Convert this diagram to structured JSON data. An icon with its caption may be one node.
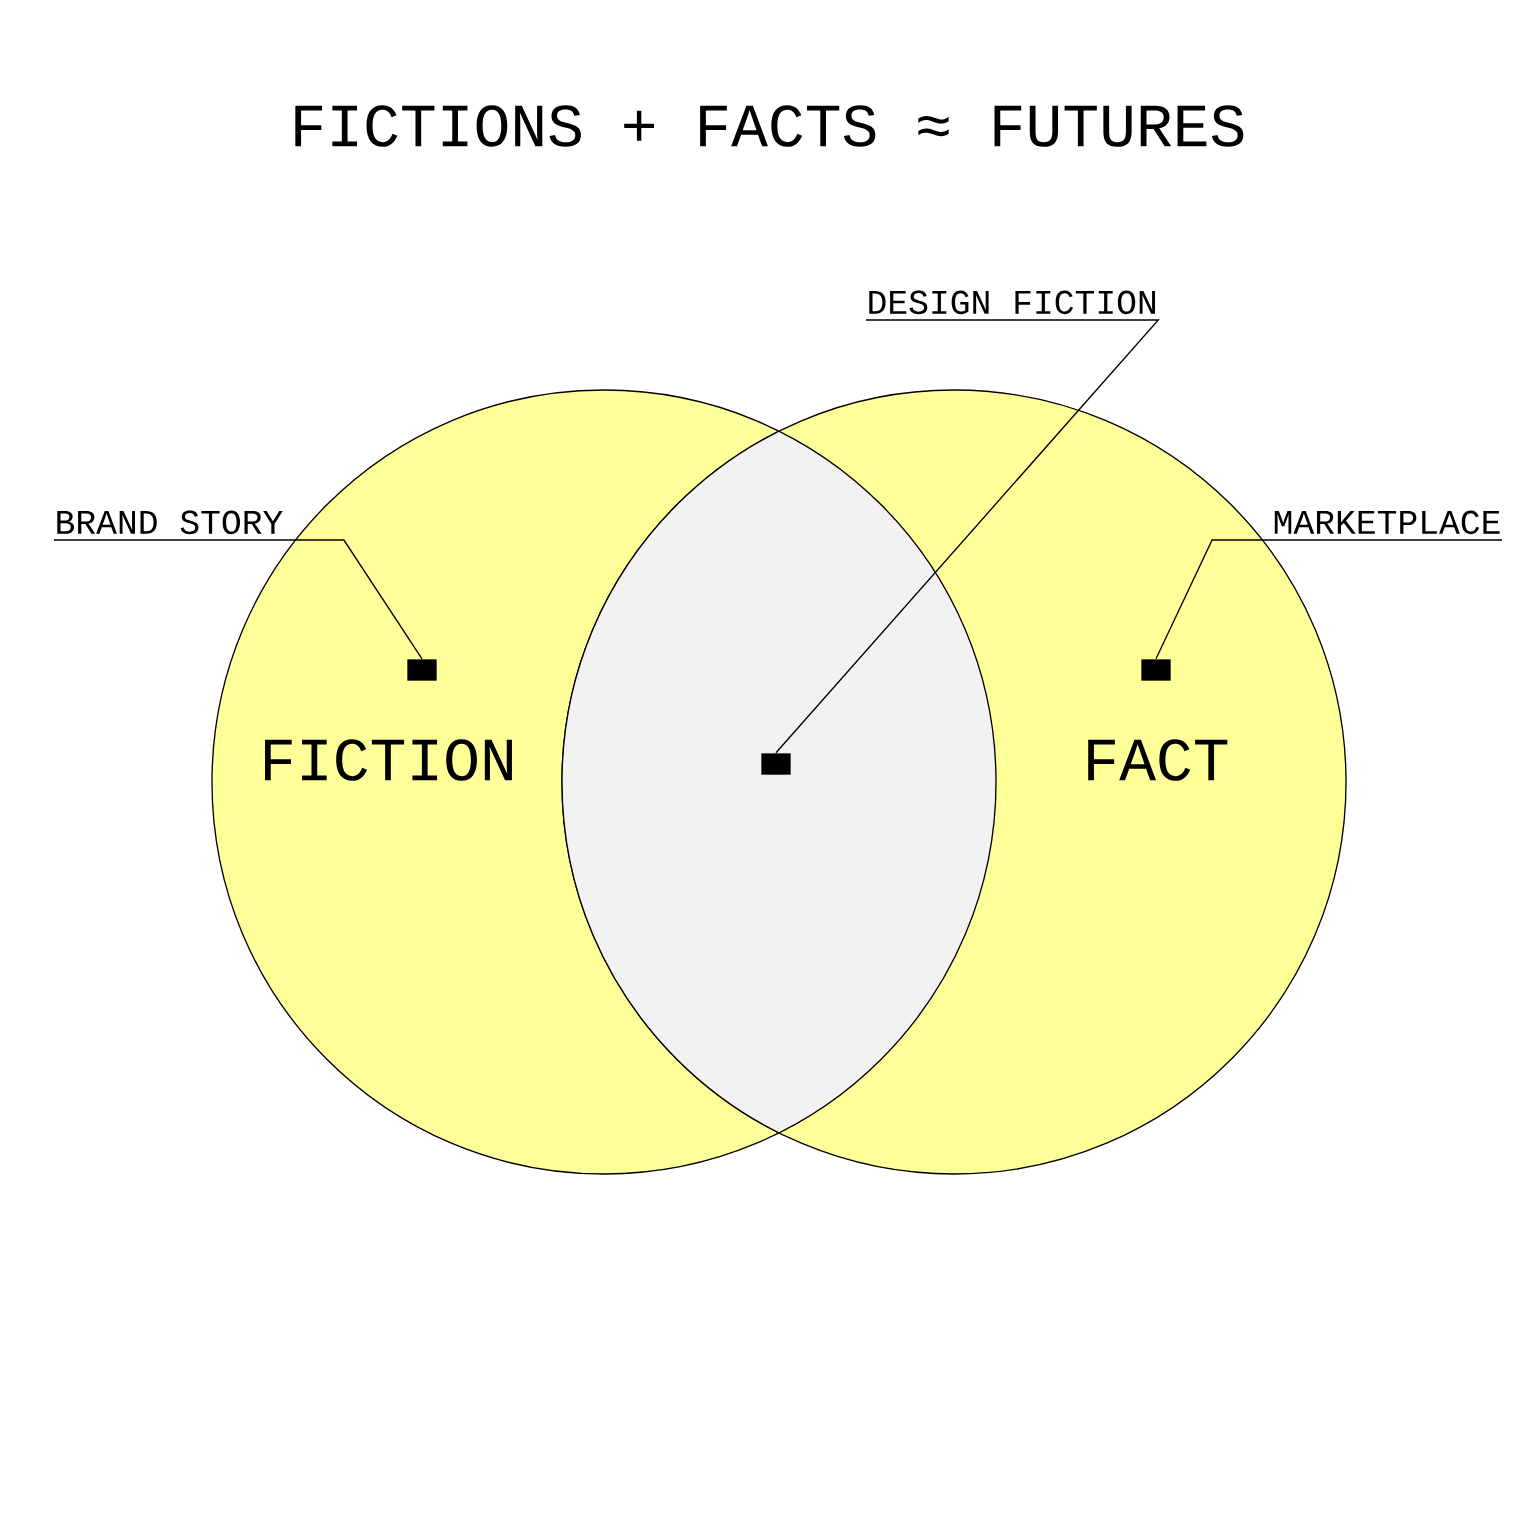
{
  "diagram": {
    "title": "FICTIONS + FACTS ≈ FUTURES",
    "nodes": [
      {
        "text": [
          "FICTION"
        ]
      },
      {
        "text": [
          "FACT"
        ]
      },
      {
        "text": [
          "BRAND STORY"
        ]
      },
      {
        "text": [
          "MARKETPLACE"
        ]
      },
      {
        "text": [
          "DESIGN FICTION"
        ]
      },
      {
        "text": [],
        "shape": "box",
        "in": 0
      },
      {
        "text": [],
        "shape": "box",
        "in": 1
      },
      {
        "text": [],
        "shape": "box"
      }
    ],
    "edges": [
      {
        "from": 2,
        "to": 5,
        "arrow": "none"
      },
      {
        "from": 3,
        "to": 6,
        "arrow": "none"
      },
      {
        "from": 4,
        "to": 7,
        "arrow": "none"
      }
    ]
  }
}
